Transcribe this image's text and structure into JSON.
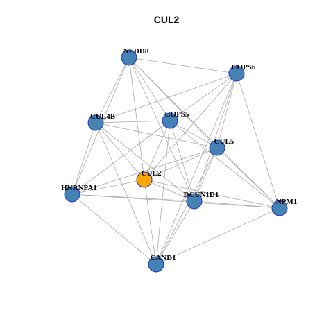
{
  "title": "CUL2",
  "colors": {
    "node_default": "#4682b4",
    "node_highlight": "#ffa500",
    "node_border": "#1c35c7",
    "edge": "#aaaaaa"
  },
  "nodes": [
    {
      "id": "NEDD8",
      "label": "NEDD8",
      "highlight": false
    },
    {
      "id": "COPS6",
      "label": "COPS6",
      "highlight": false
    },
    {
      "id": "CUL4B",
      "label": "CUL4B",
      "highlight": false
    },
    {
      "id": "COPS5",
      "label": "COPS5",
      "highlight": false
    },
    {
      "id": "CUL5",
      "label": "CUL5",
      "highlight": false
    },
    {
      "id": "CUL2",
      "label": "CUL2",
      "highlight": true
    },
    {
      "id": "HNRNPA1",
      "label": "HNRNPA1",
      "highlight": false
    },
    {
      "id": "DCUN1D1",
      "label": "DCUN1D1",
      "highlight": false
    },
    {
      "id": "NPM1",
      "label": "NPM1",
      "highlight": false
    },
    {
      "id": "CAND1",
      "label": "CAND1",
      "highlight": false
    }
  ],
  "edges": [
    [
      "NEDD8",
      "COPS6"
    ],
    [
      "NEDD8",
      "CUL4B"
    ],
    [
      "NEDD8",
      "COPS5"
    ],
    [
      "NEDD8",
      "CUL5"
    ],
    [
      "NEDD8",
      "CUL2"
    ],
    [
      "NEDD8",
      "HNRNPA1"
    ],
    [
      "NEDD8",
      "DCUN1D1"
    ],
    [
      "NEDD8",
      "NPM1"
    ],
    [
      "COPS6",
      "CUL4B"
    ],
    [
      "COPS6",
      "COPS5"
    ],
    [
      "COPS6",
      "CUL5"
    ],
    [
      "COPS6",
      "CUL2"
    ],
    [
      "COPS6",
      "DCUN1D1"
    ],
    [
      "COPS6",
      "NPM1"
    ],
    [
      "COPS6",
      "CAND1"
    ],
    [
      "CUL4B",
      "COPS5"
    ],
    [
      "CUL4B",
      "CUL5"
    ],
    [
      "CUL4B",
      "CUL2"
    ],
    [
      "CUL4B",
      "HNRNPA1"
    ],
    [
      "CUL4B",
      "DCUN1D1"
    ],
    [
      "CUL4B",
      "CAND1"
    ],
    [
      "COPS5",
      "CUL5"
    ],
    [
      "COPS5",
      "CUL2"
    ],
    [
      "COPS5",
      "DCUN1D1"
    ],
    [
      "COPS5",
      "NPM1"
    ],
    [
      "COPS5",
      "CAND1"
    ],
    [
      "COPS5",
      "HNRNPA1"
    ],
    [
      "CUL5",
      "CUL2"
    ],
    [
      "CUL5",
      "DCUN1D1"
    ],
    [
      "CUL5",
      "NPM1"
    ],
    [
      "CUL5",
      "CAND1"
    ],
    [
      "CUL5",
      "HNRNPA1"
    ],
    [
      "CUL2",
      "DCUN1D1"
    ],
    [
      "CUL2",
      "NPM1"
    ],
    [
      "CUL2",
      "CAND1"
    ],
    [
      "CUL2",
      "HNRNPA1"
    ],
    [
      "HNRNPA1",
      "DCUN1D1"
    ],
    [
      "HNRNPA1",
      "CAND1"
    ],
    [
      "HNRNPA1",
      "NPM1"
    ],
    [
      "DCUN1D1",
      "NPM1"
    ],
    [
      "DCUN1D1",
      "CAND1"
    ],
    [
      "NPM1",
      "CAND1"
    ]
  ]
}
